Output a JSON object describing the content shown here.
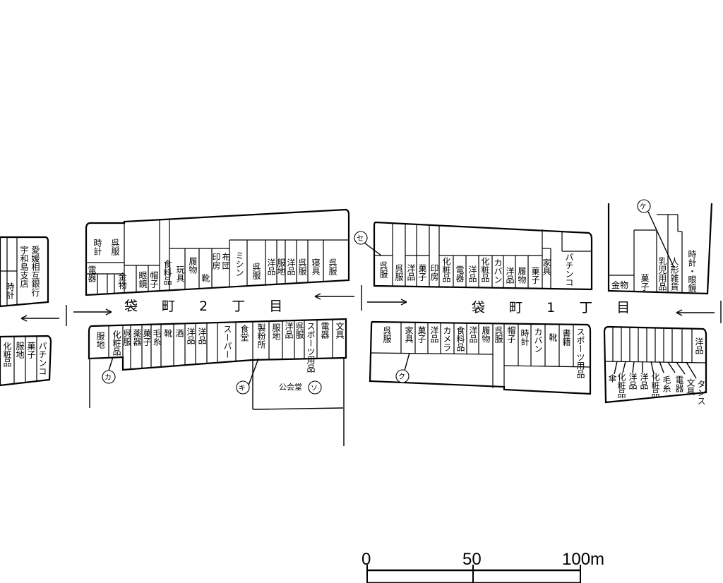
{
  "streets": {
    "street_2": "袋 町 2 丁 目",
    "street_1": "袋 町 1 丁 目"
  },
  "scale_bar": {
    "zero": "0",
    "mid": "50",
    "end": "100m"
  },
  "markers": {
    "se": "セ",
    "ka": "カ",
    "ki": "キ",
    "ku": "ク",
    "ke": "ケ",
    "so": "ソ"
  },
  "public_hall": "公会堂",
  "shops": {
    "far_left_top": [
      "時計",
      "宇和島支店",
      "愛媛相互銀行"
    ],
    "far_left_bottom": [
      "化粧品",
      "服地",
      "菓子",
      "パチンコ"
    ],
    "b2_north": [
      "電器",
      "時計",
      "呉服",
      "金物",
      "眼鏡",
      "帽子",
      "食料品",
      "玩具",
      "履物",
      "靴",
      "印房",
      "布団",
      "ミシン",
      "呉服",
      "洋品",
      "服地",
      "洋品",
      "呉服",
      "寝具",
      "呉服"
    ],
    "b2_south": [
      "服地",
      "化粧品",
      "呉服",
      "薬器",
      "菓子",
      "毛糸",
      "靴",
      "酒",
      "洋品",
      "洋品",
      "スーパー",
      "食堂",
      "製粉所",
      "服地",
      "洋品",
      "呉服",
      "スポーツ用品",
      "電器",
      "文具"
    ],
    "b1_north": [
      "呉服",
      "呉服",
      "洋品",
      "菓子",
      "印房",
      "化粧品",
      "電器",
      "洋品",
      "化粧品",
      "カバン",
      "洋品",
      "履物",
      "菓子",
      "家具",
      "パチンコ"
    ],
    "b1_south": [
      "呉服",
      "家具",
      "菓子",
      "洋品",
      "カメラ",
      "食料品",
      "洋品",
      "履物",
      "呉服",
      "帽子",
      "時計",
      "カバン",
      "靴",
      "書籍",
      "スポーツ用品"
    ],
    "right_north": [
      "金物",
      "菓子",
      "乳児用品",
      "人形雑貨",
      "時計・眼鏡"
    ],
    "right_south": [
      "傘",
      "化粧品",
      "洋品",
      "洋品",
      "化粧品",
      "毛糸",
      "電器",
      "文具",
      "タンス",
      "洋品"
    ]
  }
}
